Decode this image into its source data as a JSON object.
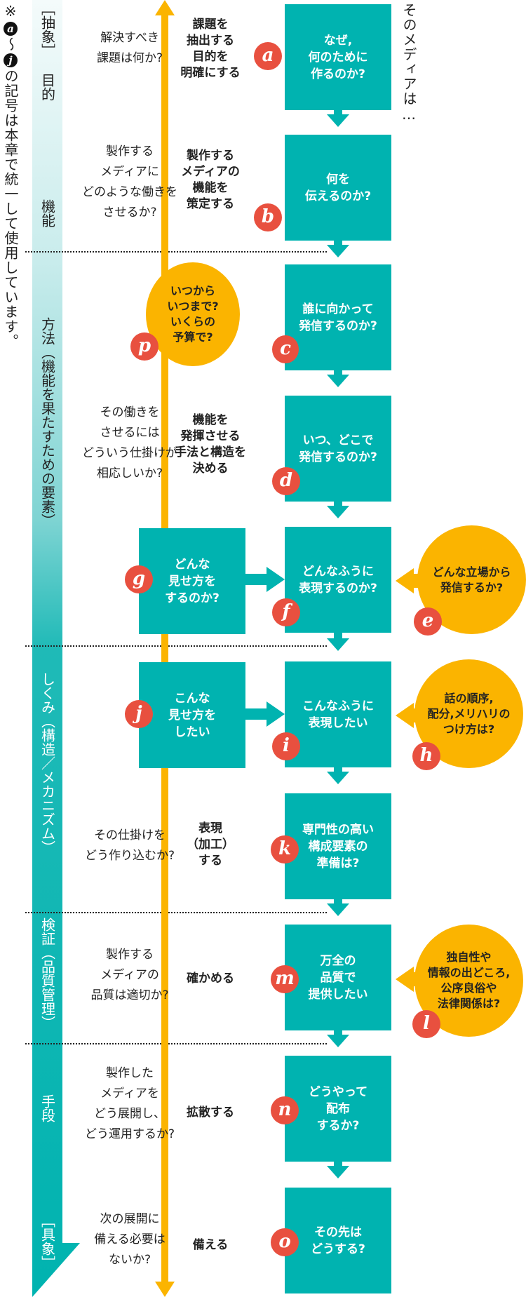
{
  "note": {
    "prefix": "※",
    "badge_start": "a",
    "tilde": "～",
    "badge_end": "j",
    "text": "の記号は本章で統一して使用しています。"
  },
  "side_caption": "そのメディアは…",
  "scale": {
    "top_label": "［抽象］",
    "bottom_label": "［具象］"
  },
  "stages": [
    {
      "id": "purpose",
      "label": "目的"
    },
    {
      "id": "function",
      "label": "機能"
    },
    {
      "id": "method",
      "label": "方法（機能を果たすための要素）"
    },
    {
      "id": "mechanism",
      "label": "しくみ（構造／メカニズム）"
    },
    {
      "id": "verification",
      "label": "検証（品質管理）"
    },
    {
      "id": "means",
      "label": "手段"
    }
  ],
  "questions": [
    "解決すべき\n課題は何か?",
    "製作する\nメディアに\nどのような働きを\nさせるか?",
    "その働きを\nさせるには\nどういう仕掛けが\n相応しいか?",
    "その仕掛けを\nどう作り込むか?",
    "製作する\nメディアの\n品質は適切か?",
    "製作した\nメディアを\nどう展開し、\nどう運用するか?",
    "次の展開に\n備える必要は\nないか?"
  ],
  "actions": [
    "課題を\n抽出する\n目的を\n明確にする",
    "製作する\nメディアの\n機能を\n策定する",
    "機能を\n発揮させる\n手法と構造を\n決める",
    "表現\n（加工）\nする",
    "確かめる",
    "拡散する",
    "備える"
  ],
  "flow_boxes": [
    {
      "letter": "a",
      "text": "なぜ,\n何のために\n作るのか?"
    },
    {
      "letter": "b",
      "text": "何を\n伝えるのか?"
    },
    {
      "letter": "c",
      "text": "誰に向かって\n発信するのか?"
    },
    {
      "letter": "d",
      "text": "いつ、どこで\n発信するのか?"
    },
    {
      "letter": "f",
      "text": "どんなふうに\n表現するのか?"
    },
    {
      "letter": "i",
      "text": "こんなふうに\n表現したい"
    },
    {
      "letter": "k",
      "text": "専門性の高い\n構成要素の\n準備は?"
    },
    {
      "letter": "m",
      "text": "万全の\n品質で\n提供したい"
    },
    {
      "letter": "n",
      "text": "どうやって\n配布\nするか?"
    },
    {
      "letter": "o",
      "text": "その先は\nどうする?"
    }
  ],
  "side_boxes": [
    {
      "letter": "g",
      "text": "どんな\n見せ方を\nするのか?"
    },
    {
      "letter": "j",
      "text": "こんな\n見せ方を\nしたい"
    }
  ],
  "bubbles": [
    {
      "letter": "p",
      "text": "いつから\nいつまで?\nいくらの\n予算で?"
    },
    {
      "letter": "e",
      "text": "どんな立場から\n発信するか?"
    },
    {
      "letter": "h",
      "text": "話の順序,\n配分,メリハリの\nつけ方は?"
    },
    {
      "letter": "l",
      "text": "独自性や\n情報の出どころ,\n公序良俗や\n法律関係は?"
    }
  ],
  "colors": {
    "teal": "#00b3b0",
    "orange": "#fbb400",
    "red_badge": "#e8503f",
    "gradient_top": "#eaf7f7"
  }
}
